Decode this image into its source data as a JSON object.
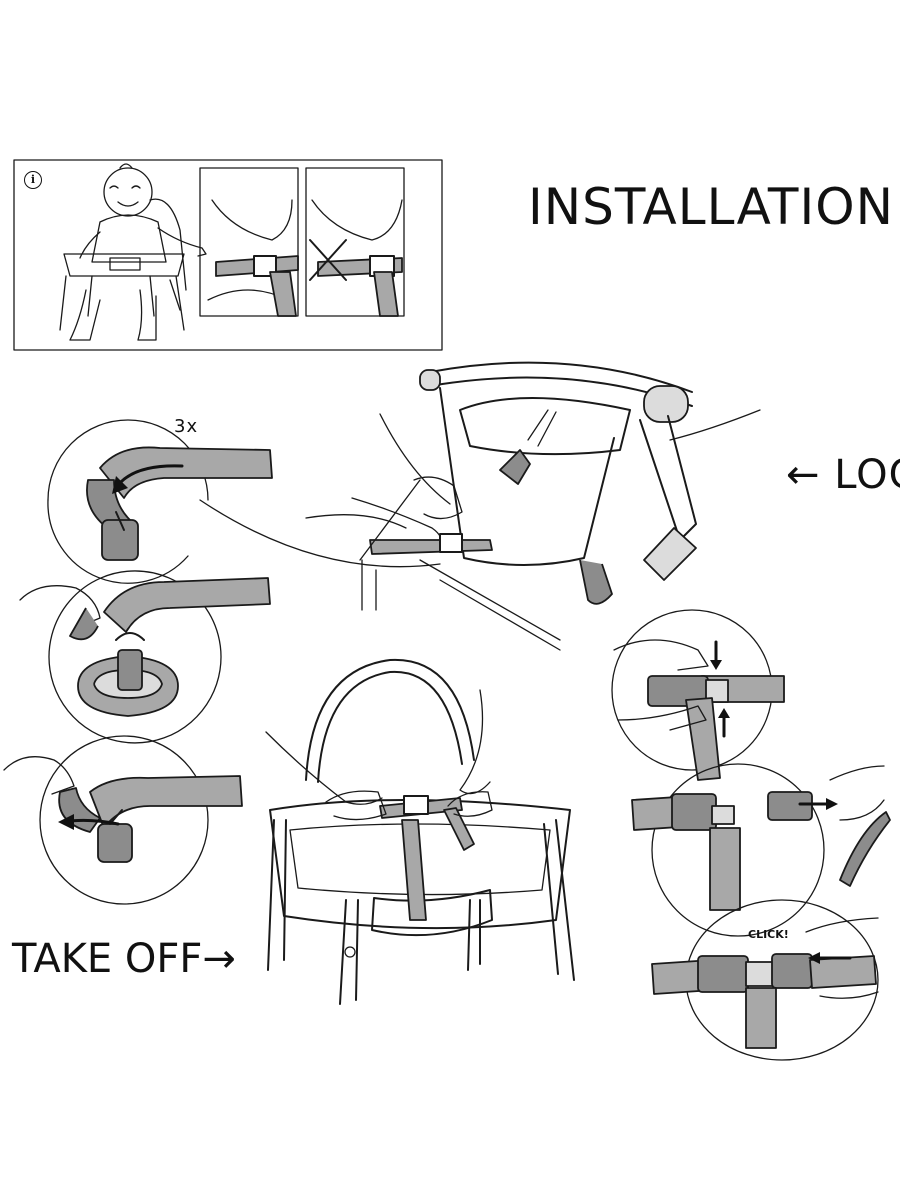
{
  "title": "INSTALLATION",
  "labels": {
    "lock": "← LOCK",
    "take_off": "TAKE OFF→",
    "repeat": "3x",
    "click": "CLICK!"
  },
  "icons": {
    "info": "i"
  }
}
